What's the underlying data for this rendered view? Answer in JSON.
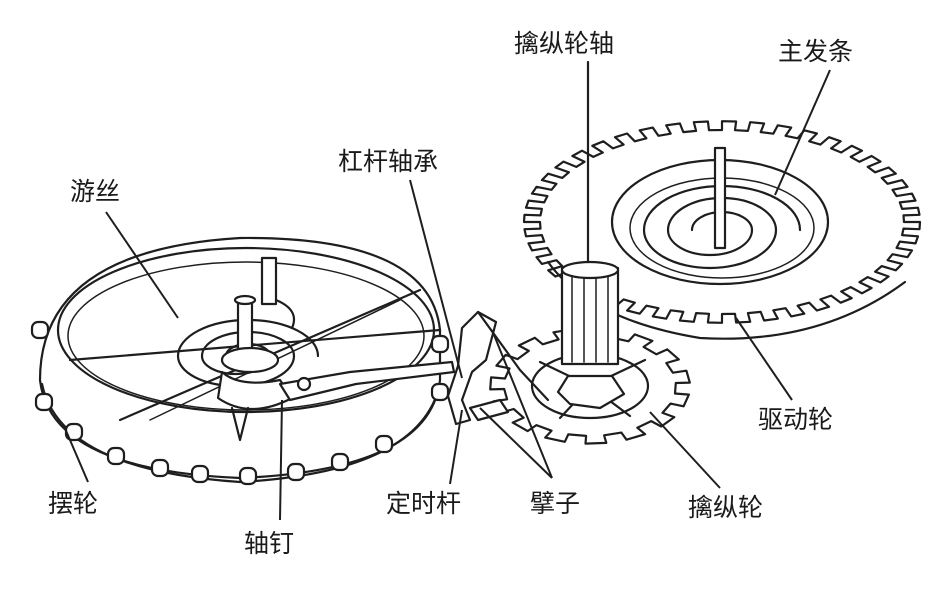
{
  "diagram": {
    "labels": {
      "escape_pinion_axle": "擒纵轮轴",
      "mainspring": "主发条",
      "pallet_staff_bearing": "杠杆轴承",
      "hairspring": "游丝",
      "drive_wheel": "驱动轮",
      "balance_wheel": "摆轮",
      "balance_staff_pin": "轴钉",
      "banking_pin": "定时杆",
      "pallets": "擘子",
      "escape_wheel": "擒纵轮"
    }
  }
}
